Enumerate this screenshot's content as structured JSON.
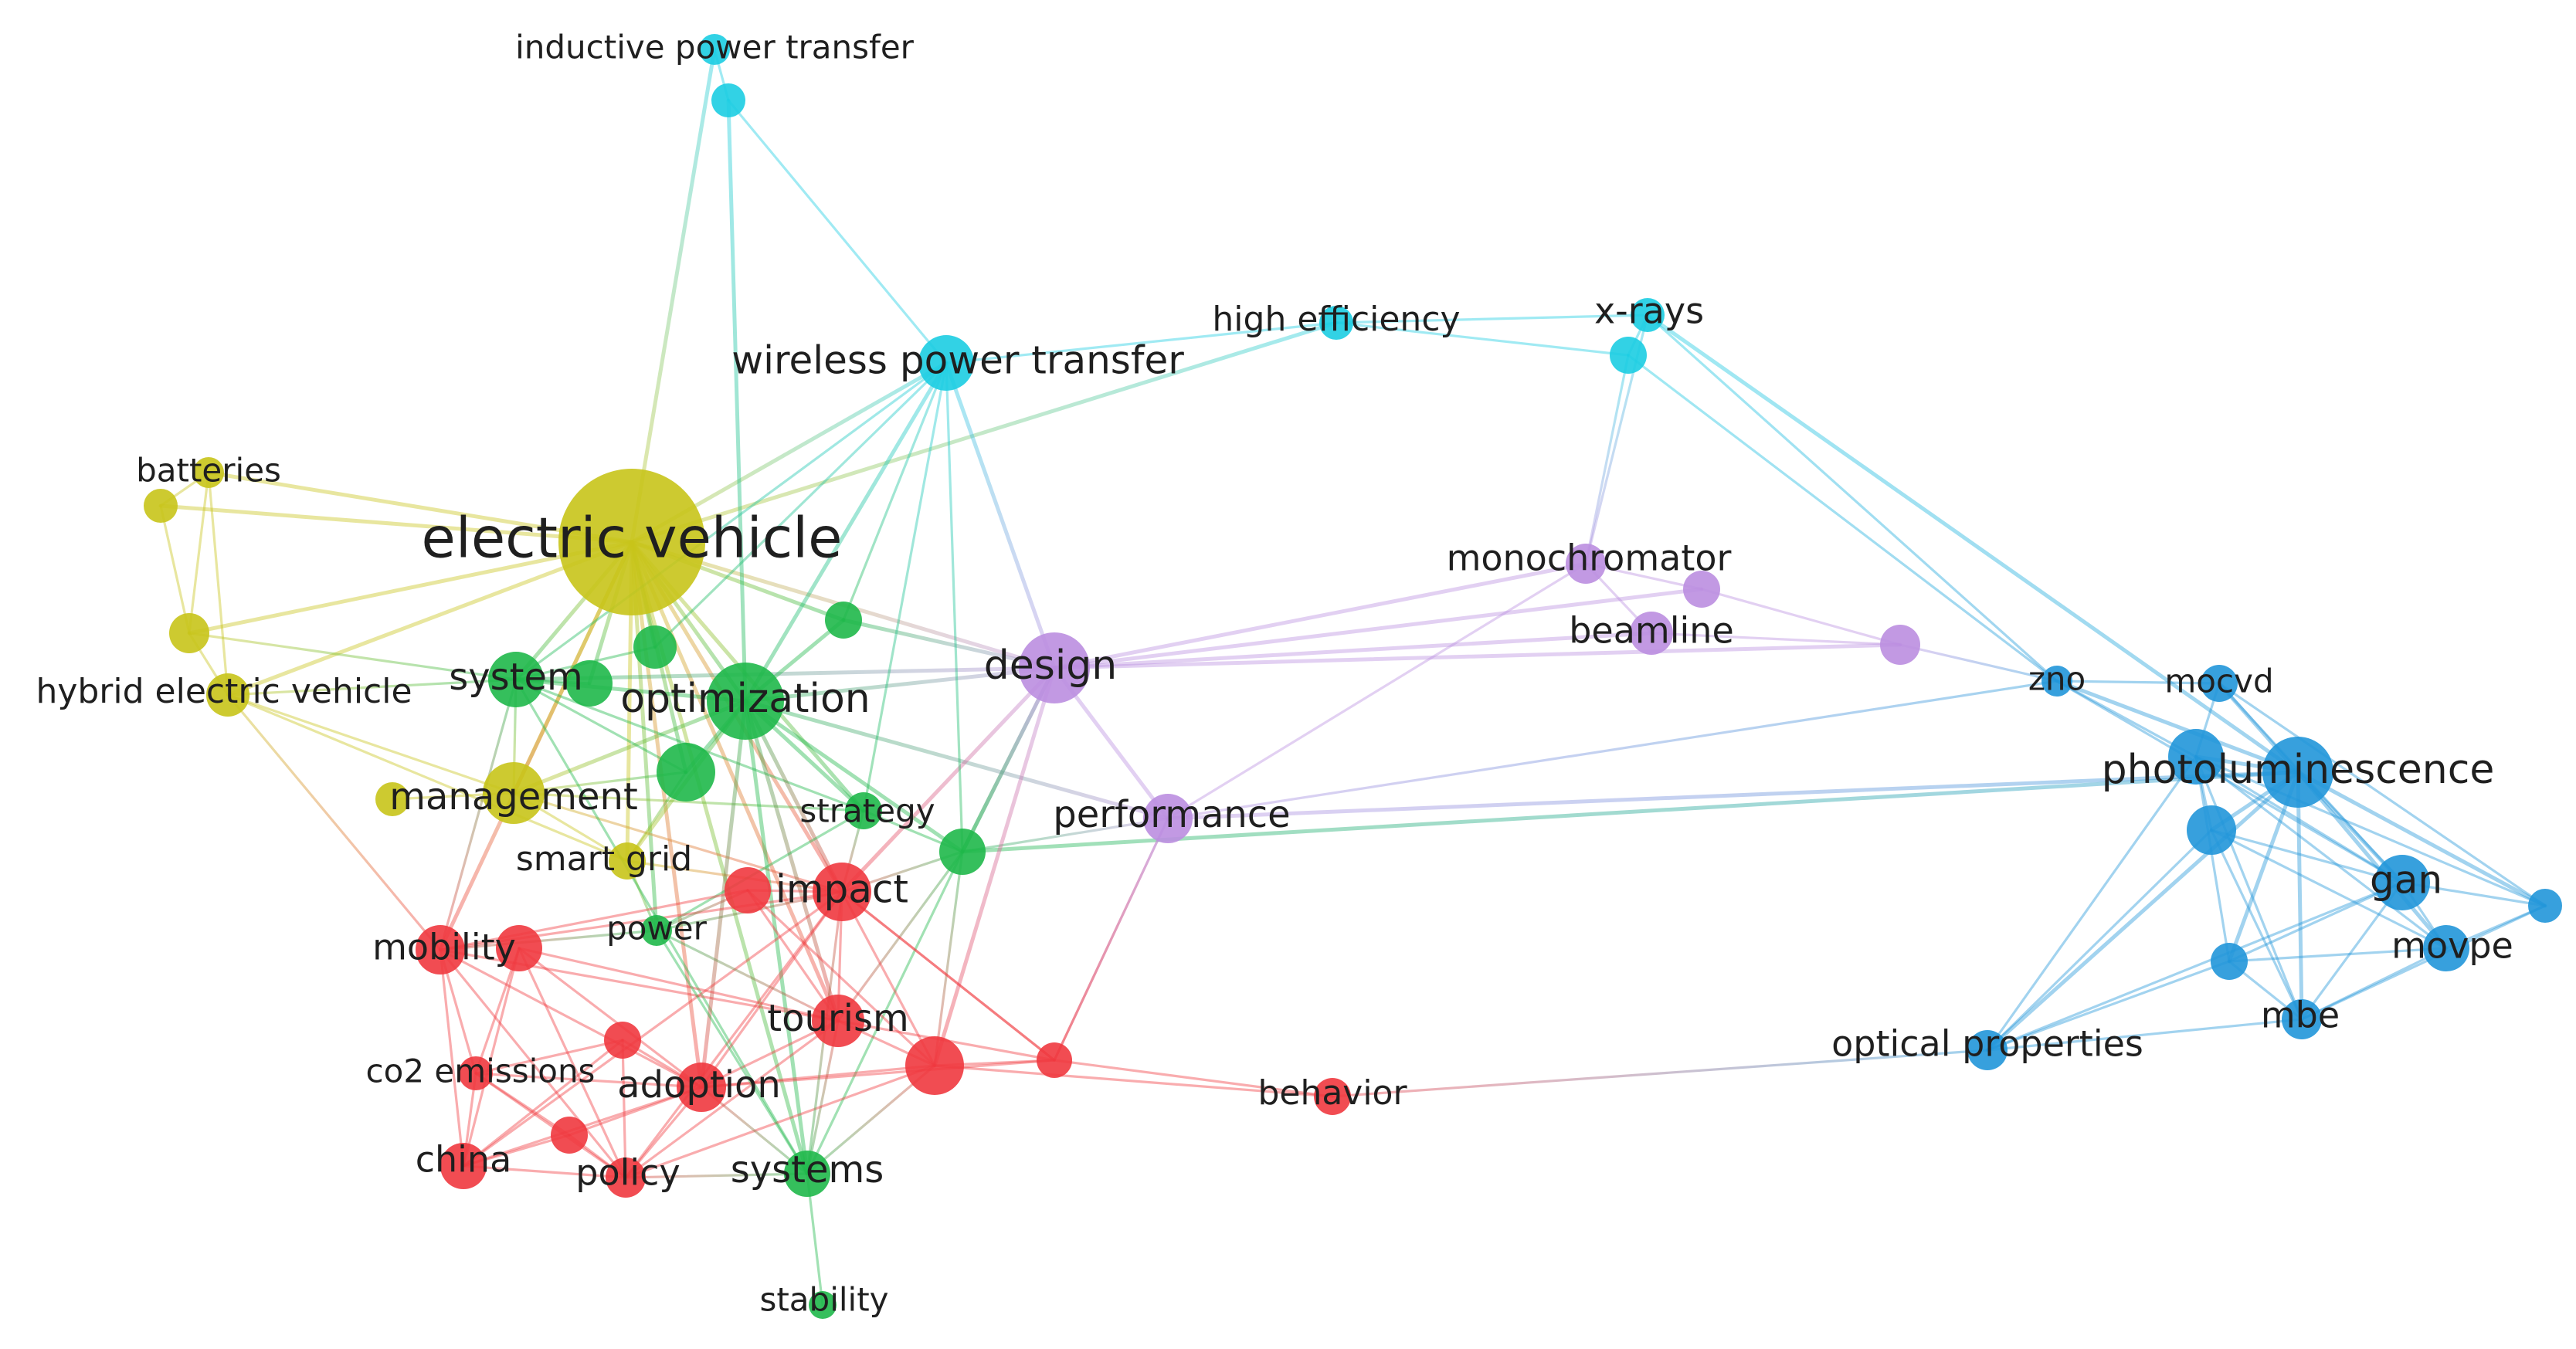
{
  "clusters": {
    "yellow": "#c8c41a",
    "green": "#1fb84a",
    "red": "#f0393f",
    "cyan": "#1ccde2",
    "purple": "#bb8ee0",
    "blue": "#2196d9"
  },
  "nodes": [
    {
      "id": "electric-vehicle",
      "label": "electric vehicle",
      "cluster": "yellow"
    },
    {
      "id": "batteries",
      "label": "batteries",
      "cluster": "yellow"
    },
    {
      "id": "hybrid-electric-vehicle",
      "label": "hybrid electric vehicle",
      "cluster": "yellow"
    },
    {
      "id": "management",
      "label": "management",
      "cluster": "yellow"
    },
    {
      "id": "smart-grid",
      "label": "smart grid",
      "cluster": "yellow"
    },
    {
      "id": "system",
      "label": "system",
      "cluster": "green"
    },
    {
      "id": "optimization",
      "label": "optimization",
      "cluster": "green"
    },
    {
      "id": "strategy",
      "label": "strategy",
      "cluster": "green"
    },
    {
      "id": "power",
      "label": "power",
      "cluster": "green"
    },
    {
      "id": "systems",
      "label": "systems",
      "cluster": "green"
    },
    {
      "id": "stability",
      "label": "stability",
      "cluster": "green"
    },
    {
      "id": "impact",
      "label": "impact",
      "cluster": "red"
    },
    {
      "id": "mobility",
      "label": "mobility",
      "cluster": "red"
    },
    {
      "id": "tourism",
      "label": "tourism",
      "cluster": "red"
    },
    {
      "id": "co2-emissions",
      "label": "co2 emissions",
      "cluster": "red"
    },
    {
      "id": "adoption",
      "label": "adoption",
      "cluster": "red"
    },
    {
      "id": "china",
      "label": "china",
      "cluster": "red"
    },
    {
      "id": "policy",
      "label": "policy",
      "cluster": "red"
    },
    {
      "id": "behavior",
      "label": "behavior",
      "cluster": "red"
    },
    {
      "id": "inductive-power-transfer",
      "label": "inductive power transfer",
      "cluster": "cyan"
    },
    {
      "id": "wireless-power-transfer",
      "label": "wireless power transfer",
      "cluster": "cyan"
    },
    {
      "id": "high-efficiency",
      "label": "high efficiency",
      "cluster": "cyan"
    },
    {
      "id": "x-rays",
      "label": "x-rays",
      "cluster": "cyan"
    },
    {
      "id": "design",
      "label": "design",
      "cluster": "purple"
    },
    {
      "id": "monochromator",
      "label": "monochromator",
      "cluster": "purple"
    },
    {
      "id": "beamline",
      "label": "beamline",
      "cluster": "purple"
    },
    {
      "id": "performance",
      "label": "performance",
      "cluster": "purple"
    },
    {
      "id": "zno",
      "label": "zno",
      "cluster": "blue"
    },
    {
      "id": "mocvd",
      "label": "mocvd",
      "cluster": "blue"
    },
    {
      "id": "photoluminescence",
      "label": "photoluminescence",
      "cluster": "blue"
    },
    {
      "id": "gan",
      "label": "gan",
      "cluster": "blue"
    },
    {
      "id": "movpe",
      "label": "movpe",
      "cluster": "blue"
    },
    {
      "id": "mbe",
      "label": "mbe",
      "cluster": "blue"
    },
    {
      "id": "optical-properties",
      "label": "optical properties",
      "cluster": "blue"
    },
    {
      "id": "g-extra-1",
      "label": "",
      "cluster": "green"
    },
    {
      "id": "g-extra-2",
      "label": "",
      "cluster": "green"
    },
    {
      "id": "g-extra-3",
      "label": "",
      "cluster": "green"
    },
    {
      "id": "g-extra-4",
      "label": "",
      "cluster": "green"
    },
    {
      "id": "g-extra-5",
      "label": "",
      "cluster": "green"
    },
    {
      "id": "y-extra-1",
      "label": "",
      "cluster": "yellow"
    },
    {
      "id": "y-extra-2",
      "label": "",
      "cluster": "yellow"
    },
    {
      "id": "y-extra-3",
      "label": "",
      "cluster": "yellow"
    },
    {
      "id": "r-extra-1",
      "label": "",
      "cluster": "red"
    },
    {
      "id": "r-extra-2",
      "label": "",
      "cluster": "red"
    },
    {
      "id": "r-extra-3",
      "label": "",
      "cluster": "red"
    },
    {
      "id": "r-extra-4",
      "label": "",
      "cluster": "red"
    },
    {
      "id": "r-extra-5",
      "label": "",
      "cluster": "red"
    },
    {
      "id": "c-extra-1",
      "label": "",
      "cluster": "cyan"
    },
    {
      "id": "p-extra-1",
      "label": "",
      "cluster": "purple"
    },
    {
      "id": "p-extra-2",
      "label": "",
      "cluster": "purple"
    },
    {
      "id": "b-extra-1",
      "label": "",
      "cluster": "blue"
    },
    {
      "id": "b-extra-2",
      "label": "",
      "cluster": "blue"
    },
    {
      "id": "b-extra-3",
      "label": "",
      "cluster": "blue"
    }
  ],
  "edges": [
    [
      "electric-vehicle",
      "batteries"
    ],
    [
      "electric-vehicle",
      "hybrid-electric-vehicle"
    ],
    [
      "electric-vehicle",
      "management"
    ],
    [
      "electric-vehicle",
      "smart-grid"
    ],
    [
      "electric-vehicle",
      "system"
    ],
    [
      "electric-vehicle",
      "optimization"
    ],
    [
      "electric-vehicle",
      "strategy"
    ],
    [
      "electric-vehicle",
      "power"
    ],
    [
      "electric-vehicle",
      "impact"
    ],
    [
      "electric-vehicle",
      "mobility"
    ],
    [
      "electric-vehicle",
      "adoption"
    ],
    [
      "electric-vehicle",
      "systems"
    ],
    [
      "electric-vehicle",
      "inductive-power-transfer"
    ],
    [
      "electric-vehicle",
      "wireless-power-transfer"
    ],
    [
      "electric-vehicle",
      "design"
    ],
    [
      "electric-vehicle",
      "y-extra-1"
    ],
    [
      "electric-vehicle",
      "y-extra-2"
    ],
    [
      "electric-vehicle",
      "g-extra-1"
    ],
    [
      "electric-vehicle",
      "g-extra-2"
    ],
    [
      "electric-vehicle",
      "g-extra-3"
    ],
    [
      "electric-vehicle",
      "g-extra-4"
    ],
    [
      "electric-vehicle",
      "tourism"
    ],
    [
      "electric-vehicle",
      "high-efficiency"
    ],
    [
      "batteries",
      "y-extra-1"
    ],
    [
      "batteries",
      "y-extra-2"
    ],
    [
      "batteries",
      "hybrid-electric-vehicle"
    ],
    [
      "y-extra-1",
      "y-extra-2"
    ],
    [
      "y-extra-2",
      "hybrid-electric-vehicle"
    ],
    [
      "y-extra-2",
      "system"
    ],
    [
      "hybrid-electric-vehicle",
      "management"
    ],
    [
      "hybrid-electric-vehicle",
      "mobility"
    ],
    [
      "hybrid-electric-vehicle",
      "smart-grid"
    ],
    [
      "hybrid-electric-vehicle",
      "system"
    ],
    [
      "management",
      "system"
    ],
    [
      "management",
      "optimization"
    ],
    [
      "management",
      "smart-grid"
    ],
    [
      "management",
      "y-extra-3"
    ],
    [
      "management",
      "impact"
    ],
    [
      "management",
      "g-extra-3"
    ],
    [
      "management",
      "strategy"
    ],
    [
      "smart-grid",
      "impact"
    ],
    [
      "smart-grid",
      "power"
    ],
    [
      "smart-grid",
      "g-extra-3"
    ],
    [
      "smart-grid",
      "optimization"
    ],
    [
      "system",
      "optimization"
    ],
    [
      "system",
      "g-extra-1"
    ],
    [
      "system",
      "g-extra-2"
    ],
    [
      "system",
      "g-extra-3"
    ],
    [
      "system",
      "design"
    ],
    [
      "system",
      "strategy"
    ],
    [
      "system",
      "mobility"
    ],
    [
      "system",
      "systems"
    ],
    [
      "optimization",
      "design"
    ],
    [
      "optimization",
      "g-extra-4"
    ],
    [
      "optimization",
      "g-extra-3"
    ],
    [
      "optimization",
      "strategy"
    ],
    [
      "optimization",
      "impact"
    ],
    [
      "optimization",
      "g-extra-5"
    ],
    [
      "optimization",
      "systems"
    ],
    [
      "optimization",
      "tourism"
    ],
    [
      "optimization",
      "wireless-power-transfer"
    ],
    [
      "optimization",
      "adoption"
    ],
    [
      "optimization",
      "performance"
    ],
    [
      "g-extra-4",
      "wireless-power-transfer"
    ],
    [
      "g-extra-4",
      "design"
    ],
    [
      "g-extra-1",
      "wireless-power-transfer"
    ],
    [
      "g-extra-5",
      "performance"
    ],
    [
      "g-extra-5",
      "design"
    ],
    [
      "g-extra-5",
      "photoluminescence"
    ],
    [
      "g-extra-5",
      "systems"
    ],
    [
      "g-extra-5",
      "impact"
    ],
    [
      "g-extra-5",
      "tourism"
    ],
    [
      "g-extra-5",
      "r-extra-3"
    ],
    [
      "strategy",
      "impact"
    ],
    [
      "strategy",
      "g-extra-5"
    ],
    [
      "strategy",
      "power"
    ],
    [
      "impact",
      "mobility"
    ],
    [
      "impact",
      "tourism"
    ],
    [
      "impact",
      "adoption"
    ],
    [
      "impact",
      "power"
    ],
    [
      "impact",
      "r-extra-3"
    ],
    [
      "impact",
      "r-extra-1"
    ],
    [
      "impact",
      "policy"
    ],
    [
      "impact",
      "china"
    ],
    [
      "impact",
      "design"
    ],
    [
      "impact",
      "r-extra-4"
    ],
    [
      "mobility",
      "r-extra-1"
    ],
    [
      "mobility",
      "co2-emissions"
    ],
    [
      "mobility",
      "china"
    ],
    [
      "mobility",
      "adoption"
    ],
    [
      "mobility",
      "power"
    ],
    [
      "mobility",
      "tourism"
    ],
    [
      "mobility",
      "policy"
    ],
    [
      "r-extra-1",
      "r-extra-3"
    ],
    [
      "r-extra-1",
      "tourism"
    ],
    [
      "r-extra-1",
      "power"
    ],
    [
      "tourism",
      "r-extra-3"
    ],
    [
      "tourism",
      "adoption"
    ],
    [
      "tourism",
      "systems"
    ],
    [
      "tourism",
      "r-extra-4"
    ],
    [
      "tourism",
      "policy"
    ],
    [
      "tourism",
      "power"
    ],
    [
      "r-extra-3",
      "r-extra-4"
    ],
    [
      "r-extra-3",
      "behavior"
    ],
    [
      "r-extra-3",
      "adoption"
    ],
    [
      "r-extra-3",
      "policy"
    ],
    [
      "r-extra-3",
      "design"
    ],
    [
      "r-extra-3",
      "systems"
    ],
    [
      "r-extra-4",
      "behavior"
    ],
    [
      "r-extra-4",
      "performance"
    ],
    [
      "r-extra-4",
      "impact"
    ],
    [
      "r-extra-4",
      "adoption"
    ],
    [
      "co2-emissions",
      "china"
    ],
    [
      "co2-emissions",
      "r-extra-2"
    ],
    [
      "co2-emissions",
      "r-extra-5"
    ],
    [
      "co2-emissions",
      "adoption"
    ],
    [
      "co2-emissions",
      "policy"
    ],
    [
      "r-extra-2",
      "adoption"
    ],
    [
      "r-extra-2",
      "tourism"
    ],
    [
      "r-extra-2",
      "policy"
    ],
    [
      "r-extra-2",
      "china"
    ],
    [
      "adoption",
      "policy"
    ],
    [
      "adoption",
      "china"
    ],
    [
      "adoption",
      "r-extra-5"
    ],
    [
      "adoption",
      "systems"
    ],
    [
      "china",
      "policy"
    ],
    [
      "china",
      "r-extra-5"
    ],
    [
      "policy",
      "r-extra-5"
    ],
    [
      "policy",
      "systems"
    ],
    [
      "systems",
      "stability"
    ],
    [
      "systems",
      "power"
    ],
    [
      "systems",
      "impact"
    ],
    [
      "behavior",
      "optical-properties"
    ],
    [
      "inductive-power-transfer",
      "c-extra-1"
    ],
    [
      "c-extra-1",
      "wireless-power-transfer"
    ],
    [
      "c-extra-1",
      "optimization"
    ],
    [
      "wireless-power-transfer",
      "high-efficiency"
    ],
    [
      "wireless-power-transfer",
      "design"
    ],
    [
      "wireless-power-transfer",
      "system"
    ],
    [
      "wireless-power-transfer",
      "g-extra-5"
    ],
    [
      "wireless-power-transfer",
      "strategy"
    ],
    [
      "high-efficiency",
      "x-rays"
    ],
    [
      "x-rays",
      "monochromator"
    ],
    [
      "x-rays",
      "zno"
    ],
    [
      "x-rays",
      "photoluminescence"
    ],
    [
      "design",
      "monochromator"
    ],
    [
      "design",
      "beamline"
    ],
    [
      "design",
      "p-extra-2"
    ],
    [
      "design",
      "performance"
    ],
    [
      "design",
      "g-extra-5"
    ],
    [
      "design",
      "p-extra-1"
    ],
    [
      "monochromator",
      "p-extra-1"
    ],
    [
      "monochromator",
      "beamline"
    ],
    [
      "monochromator",
      "performance"
    ],
    [
      "p-extra-1",
      "p-extra-2"
    ],
    [
      "beamline",
      "p-extra-2"
    ],
    [
      "p-extra-2",
      "zno"
    ],
    [
      "performance",
      "photoluminescence"
    ],
    [
      "performance",
      "zno"
    ],
    [
      "performance",
      "r-extra-4"
    ],
    [
      "zno",
      "mocvd"
    ],
    [
      "zno",
      "photoluminescence"
    ],
    [
      "zno",
      "b-extra-1"
    ],
    [
      "zno",
      "gan"
    ],
    [
      "mocvd",
      "photoluminescence"
    ],
    [
      "mocvd",
      "gan"
    ],
    [
      "mocvd",
      "b-extra-1"
    ],
    [
      "mocvd",
      "b-extra-3"
    ],
    [
      "photoluminescence",
      "b-extra-1"
    ],
    [
      "photoluminescence",
      "gan"
    ],
    [
      "photoluminescence",
      "movpe"
    ],
    [
      "photoluminescence",
      "mbe"
    ],
    [
      "photoluminescence",
      "optical-properties"
    ],
    [
      "photoluminescence",
      "b-extra-2"
    ],
    [
      "photoluminescence",
      "b-extra-3"
    ],
    [
      "b-extra-1",
      "gan"
    ],
    [
      "b-extra-1",
      "movpe"
    ],
    [
      "b-extra-1",
      "mbe"
    ],
    [
      "b-extra-1",
      "optical-properties"
    ],
    [
      "b-extra-1",
      "b-extra-2"
    ],
    [
      "b-extra-1",
      "b-extra-3"
    ],
    [
      "gan",
      "movpe"
    ],
    [
      "gan",
      "mbe"
    ],
    [
      "gan",
      "b-extra-2"
    ],
    [
      "gan",
      "b-extra-3"
    ],
    [
      "gan",
      "optical-properties"
    ],
    [
      "movpe",
      "mbe"
    ],
    [
      "movpe",
      "b-extra-2"
    ],
    [
      "movpe",
      "b-extra-3"
    ],
    [
      "mbe",
      "b-extra-2"
    ],
    [
      "mbe",
      "optical-properties"
    ],
    [
      "b-extra-2",
      "optical-properties"
    ],
    [
      "b-extra-3",
      "mbe"
    ]
  ]
}
